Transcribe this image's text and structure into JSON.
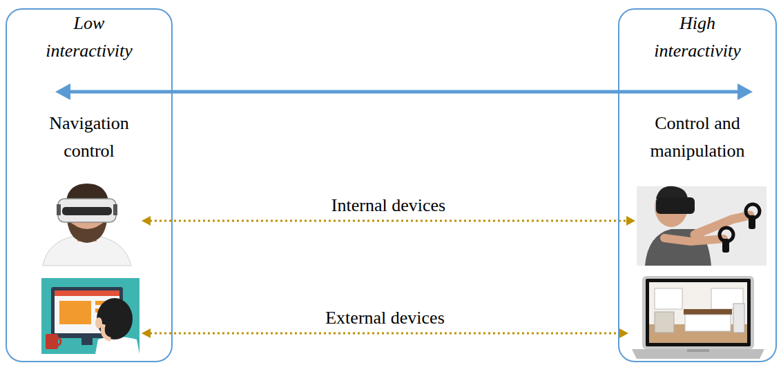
{
  "diagram": {
    "nodes": [
      {
        "text": [
          "Low interactivity",
          "Navigation control"
        ]
      },
      {
        "text": [
          "High interactivity",
          "Control and manipulation"
        ]
      }
    ],
    "edges": [
      {
        "from": 0,
        "to": 1,
        "arrow": "both"
      },
      {
        "from": 0,
        "to": 1,
        "arrow": "both",
        "label": "Internal devices"
      },
      {
        "from": 0,
        "to": 1,
        "arrow": "both",
        "label": "External devices"
      }
    ]
  }
}
